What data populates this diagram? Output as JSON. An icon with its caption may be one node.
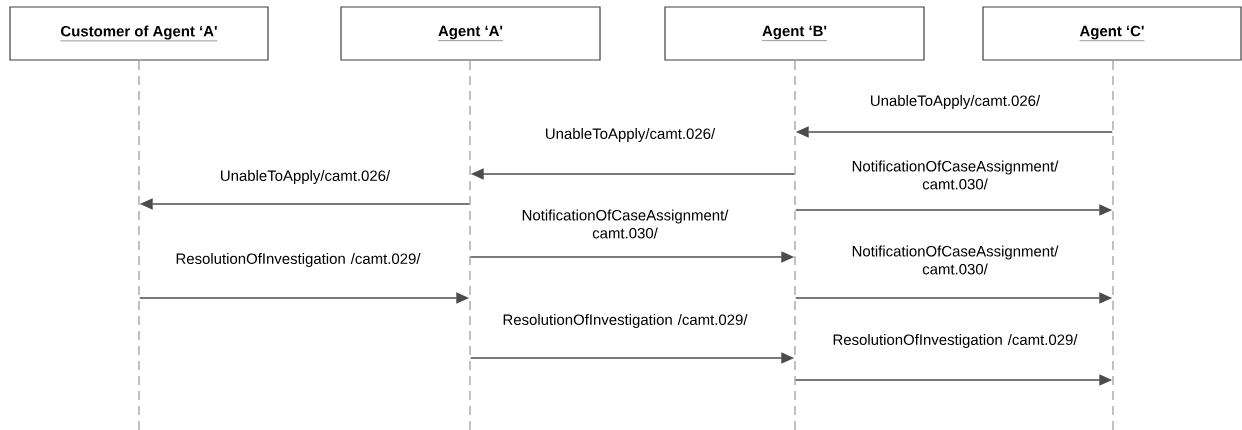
{
  "diagram": {
    "nodes": [
      {
        "text": [
          "Customer of Agent ‘A'"
        ]
      },
      {
        "text": [
          "Agent ‘A'"
        ]
      },
      {
        "text": [
          "Agent ‘B'"
        ]
      },
      {
        "text": [
          "Agent ‘C'"
        ]
      },
      {
        "text": [],
        "shape": "line"
      },
      {
        "text": [],
        "shape": "line"
      },
      {
        "text": [],
        "shape": "line"
      },
      {
        "text": [],
        "shape": "line"
      }
    ],
    "edges": [
      {
        "from": 7,
        "to": 6,
        "arrow": "to",
        "label": "UnableToApply/camt.026/"
      },
      {
        "from": 6,
        "to": 5,
        "arrow": "to",
        "label": "UnableToApply/camt.026/"
      },
      {
        "from": 5,
        "to": 4,
        "arrow": "to",
        "label": "UnableToApply/camt.026/"
      },
      {
        "from": 6,
        "to": 7,
        "arrow": "to",
        "label": "NotificationOfCaseAssignment/ camt.030/"
      },
      {
        "from": 5,
        "to": 6,
        "arrow": "to",
        "label": "NotificationOfCaseAssignment/ camt.030/"
      },
      {
        "from": 4,
        "to": 5,
        "arrow": "to",
        "label": "ResolutionOfInvestigation /camt.029/"
      },
      {
        "from": 6,
        "to": 7,
        "arrow": "to",
        "label": "NotificationOfCaseAssignment/ camt.030/"
      },
      {
        "from": 5,
        "to": 6,
        "arrow": "to",
        "label": "ResolutionOfInvestigation /camt.029/"
      },
      {
        "from": 6,
        "to": 7,
        "arrow": "to",
        "label": "ResolutionOfInvestigation /camt.029/"
      }
    ]
  }
}
